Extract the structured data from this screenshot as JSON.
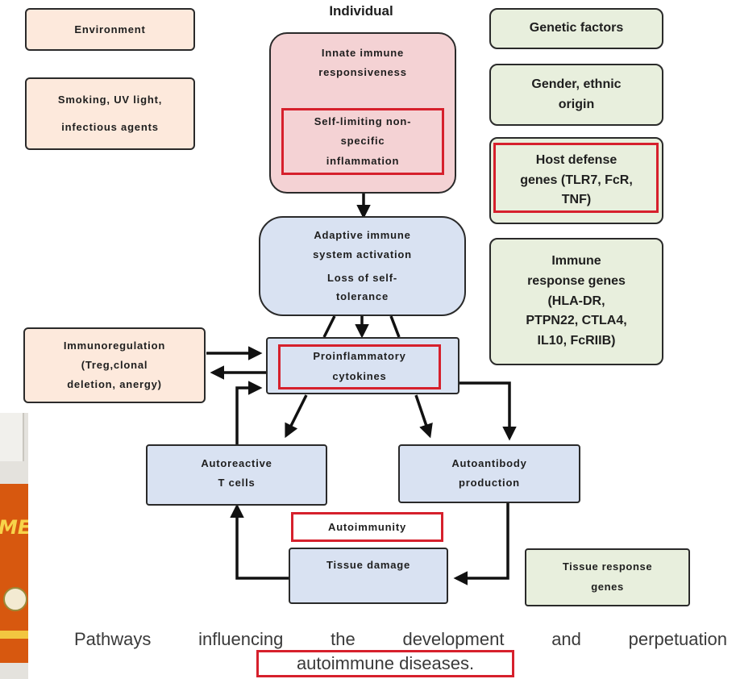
{
  "header": {
    "individual": "Individual"
  },
  "environment": {
    "title": "Environment",
    "factors": [
      "Smoking, UV light,",
      "infectious agents"
    ]
  },
  "genetics": {
    "title": "Genetic factors",
    "gender": [
      "Gender, ethnic",
      "origin"
    ],
    "host_defense": [
      "Host defense",
      "genes (TLR7, FcR,",
      "TNF)"
    ],
    "immune_response": [
      "Immune",
      "response genes",
      "(HLA-DR,",
      "PTPN22, CTLA4,",
      "IL10, FcRIIB)"
    ]
  },
  "pathway": {
    "innate": [
      "Innate immune",
      "responsiveness"
    ],
    "self_limiting": [
      "Self-limiting non-",
      "specific",
      "inflammation"
    ],
    "adaptive": [
      "Adaptive immune",
      "system activation"
    ],
    "loss_tolerance": [
      "Loss of self-",
      "tolerance"
    ],
    "immunoregulation": [
      "Immunoregulation",
      "(Treg,clonal",
      "deletion, anergy)"
    ],
    "proinflammatory": [
      "Proinflammatory",
      "cytokines"
    ],
    "autoreactive": [
      "Autoreactive",
      "T cells"
    ],
    "autoantibody": [
      "Autoantibody",
      "production"
    ],
    "autoimmunity": "Autoimmunity",
    "tissue_damage": "Tissue damage",
    "tissue_response": [
      "Tissue response",
      "genes"
    ]
  },
  "caption": {
    "line1": "Pathways influencing the development and perpetuation",
    "line2": "autoimmune diseases."
  },
  "photo": {
    "label_fragment": "ME",
    "kind": "product-bottle-photo"
  },
  "colors": {
    "environment_fill": "#fde9dc",
    "genetic_fill": "#e8efdd",
    "pathway_fill": "#d9e2f2",
    "innate_fill": "#f4d2d4",
    "highlight": "#d6202c"
  }
}
